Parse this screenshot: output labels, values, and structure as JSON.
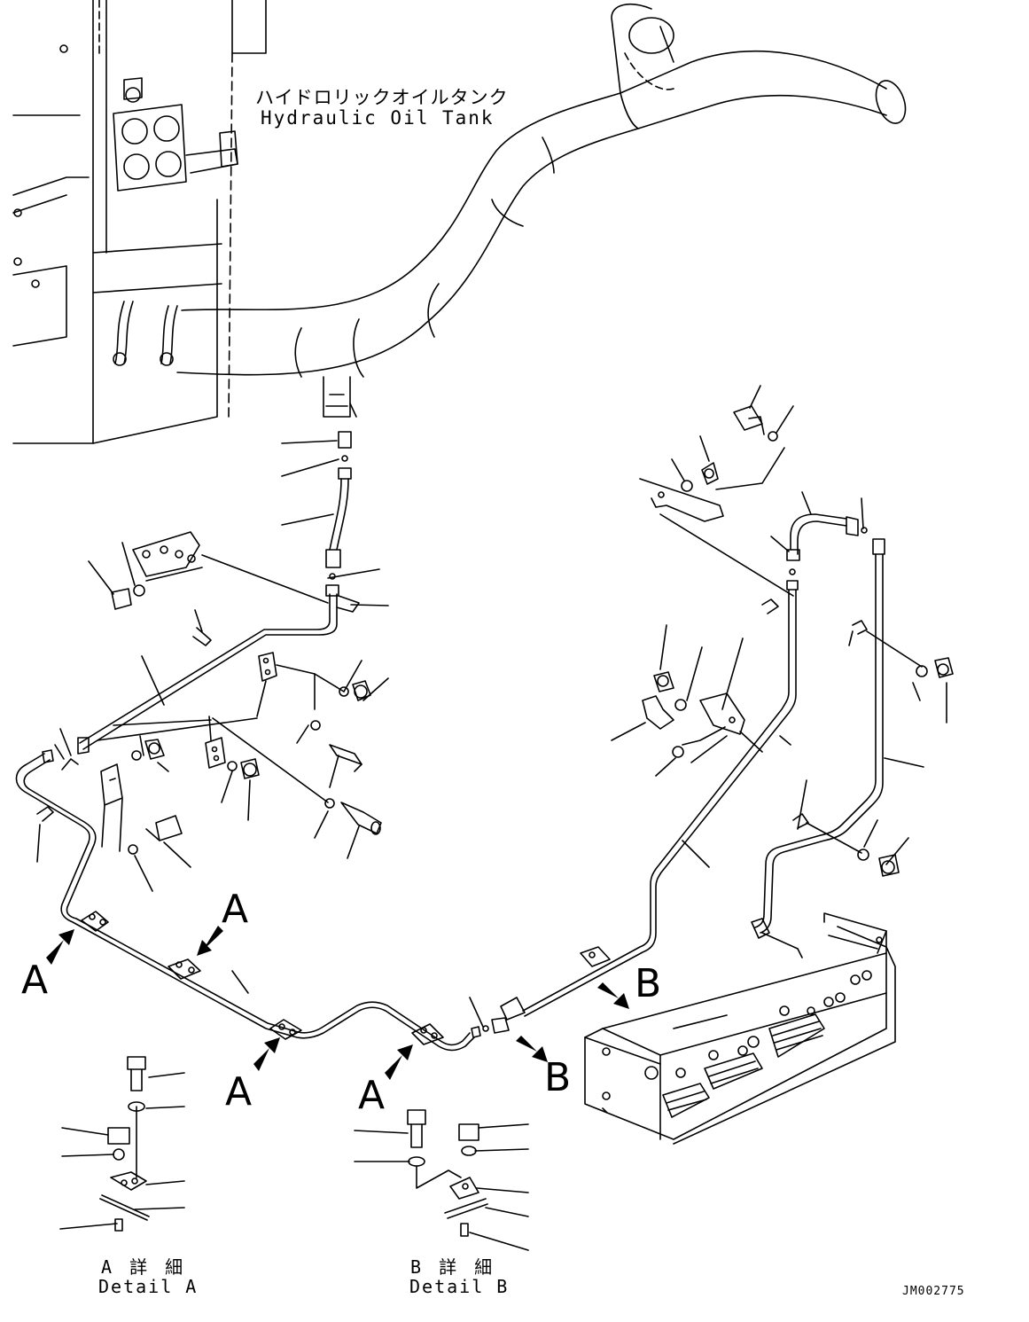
{
  "tank_label": {
    "jp": "ハイドロリックオイルタンク",
    "en": "Hydraulic Oil Tank"
  },
  "callouts": {
    "a1": "A",
    "a2": "A",
    "a3": "A",
    "a4": "A",
    "b1": "B",
    "b2": "B"
  },
  "details": {
    "a_jp": "A 詳 細",
    "a_en": "Detail A",
    "b_jp": "B 詳 細",
    "b_en": "Detail B"
  },
  "drawing_code": "JM002775"
}
